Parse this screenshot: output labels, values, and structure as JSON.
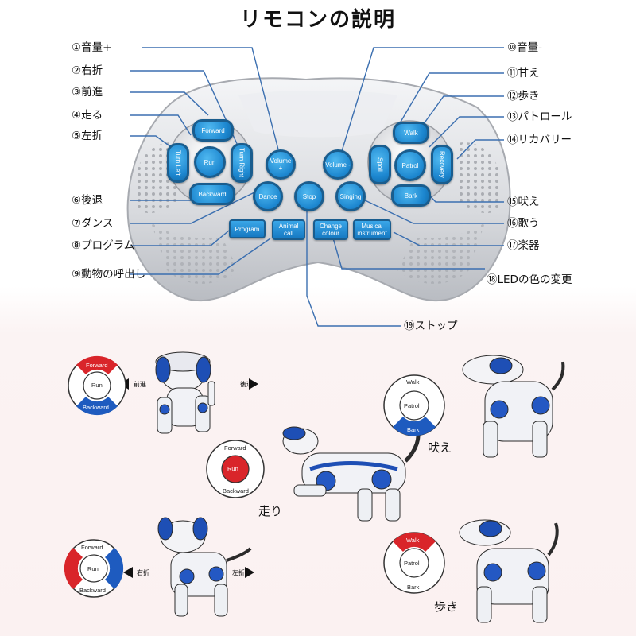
{
  "title": "リモコンの説明",
  "left_labels": [
    "①音量+",
    "②右折",
    "③前進",
    "④走る",
    "⑤左折",
    "⑥後退",
    "⑦ダンス",
    "⑧プログラム",
    "⑨動物の呼出し"
  ],
  "right_labels": [
    "⑩音量-",
    "⑪甘え",
    "⑫歩き",
    "⑬パトロール",
    "⑭リカバリー",
    "⑮吠え",
    "⑯歌う",
    "⑰楽器",
    "⑱LEDの色の変更"
  ],
  "bottom_label": "⑲ストップ",
  "remote": {
    "left_pad": {
      "forward": "Forward",
      "run": "Run",
      "turn_left": "Turn Left",
      "turn_right": "Turn Right",
      "backward": "Backward"
    },
    "right_pad": {
      "walk": "Walk",
      "patrol": "Patrol",
      "spoil": "Spoil",
      "recovery": "Recovery",
      "bark": "Bark"
    },
    "volume_plus": "Volume +",
    "volume_minus": "Volume -",
    "dance": "Dance",
    "stop": "Stop",
    "singing": "Singing",
    "program": "Program",
    "animal_call": "Animal call",
    "change_colour": "Change colour",
    "musical_instrument": "Musical instrument"
  },
  "demos": {
    "move": {
      "forward_label": "前進",
      "backward_label": "後退"
    },
    "run": {
      "caption": "走り"
    },
    "turn": {
      "right_label": "右折",
      "left_label": "左折"
    },
    "bark": {
      "caption": "吠え"
    },
    "walk": {
      "caption": "歩き"
    }
  },
  "colors": {
    "button_blue": "#1c86cf",
    "active_red": "#d9252a",
    "robot_blue": "#1e4fb5"
  }
}
